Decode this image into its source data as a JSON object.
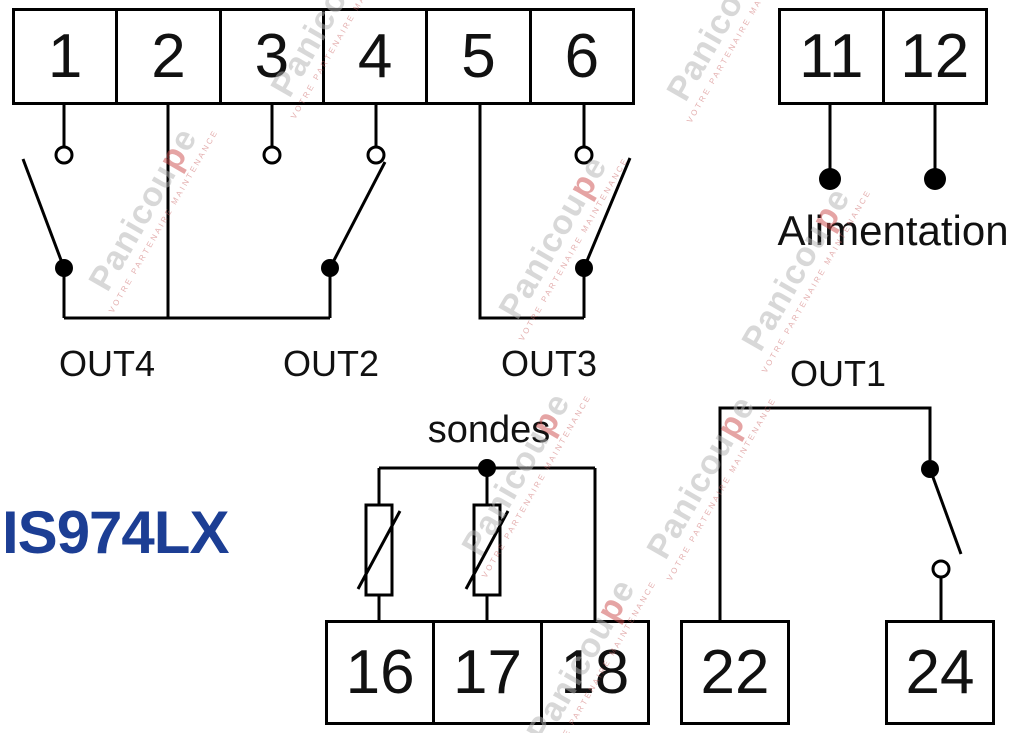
{
  "model": "IS974LX",
  "terminals": {
    "top_left": [
      "1",
      "2",
      "3",
      "4",
      "5",
      "6"
    ],
    "top_right": [
      "11",
      "12"
    ],
    "probe_block": [
      "16",
      "17",
      "18"
    ],
    "out1_left": "22",
    "out1_right": "24"
  },
  "labels": {
    "out4": "OUT4",
    "out2": "OUT2",
    "out3": "OUT3",
    "out1": "OUT1",
    "power": "Alimentation",
    "probes": "sondes"
  },
  "colors": {
    "model_text": "#1c3e94",
    "wire": "#000000",
    "watermark_gray": "#b3b3b3",
    "watermark_red": "#cc4b4b"
  },
  "watermark": {
    "prefix": "Panicou",
    "accent": "p",
    "suffix": "e",
    "tagline": "VOTRE PARTENAIRE MAINTENANCE"
  }
}
